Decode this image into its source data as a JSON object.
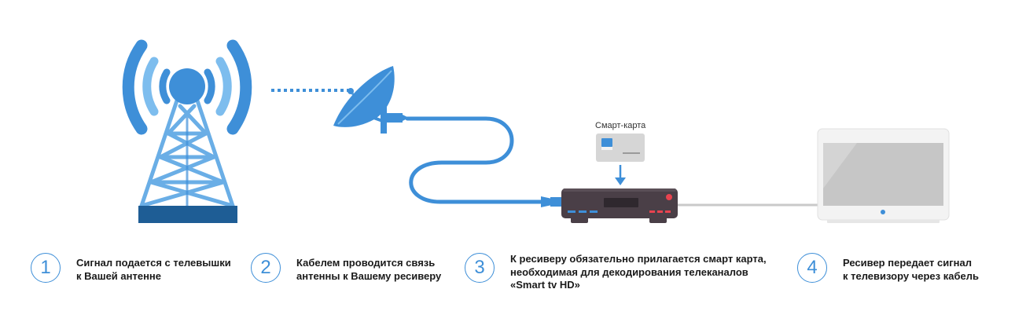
{
  "smartcard": {
    "label": "Смарт-карта"
  },
  "steps": [
    {
      "number": "1",
      "text": "Сигнал подается с телевышки\nк Вашей антенне"
    },
    {
      "number": "2",
      "text": "Кабелем проводится связь\nантенны к Вашему ресиверу"
    },
    {
      "number": "3",
      "text": "К ресиверу обязательно прилагается смарт карта,\nнеобходимая для декодирования телеканалов\n«Smart tv HD»"
    },
    {
      "number": "4",
      "text": "Ресивер передает сигнал\nк телевизору через кабель"
    }
  ],
  "colors": {
    "accent": "#3e8fd8",
    "accent_light": "#7dbdee",
    "tower_base": "#1e5d95",
    "receiver_body": "#4a3f47",
    "receiver_red": "#e8434f",
    "tv_frame": "#f3f3f3",
    "tv_screen": "#c6c6c6",
    "cable_gray": "#c9c9c9"
  },
  "icons": {
    "tower": "transmission-tower-icon",
    "dish": "satellite-dish-icon",
    "receiver": "receiver-box-icon",
    "card": "smart-card-icon",
    "tv": "television-icon"
  }
}
